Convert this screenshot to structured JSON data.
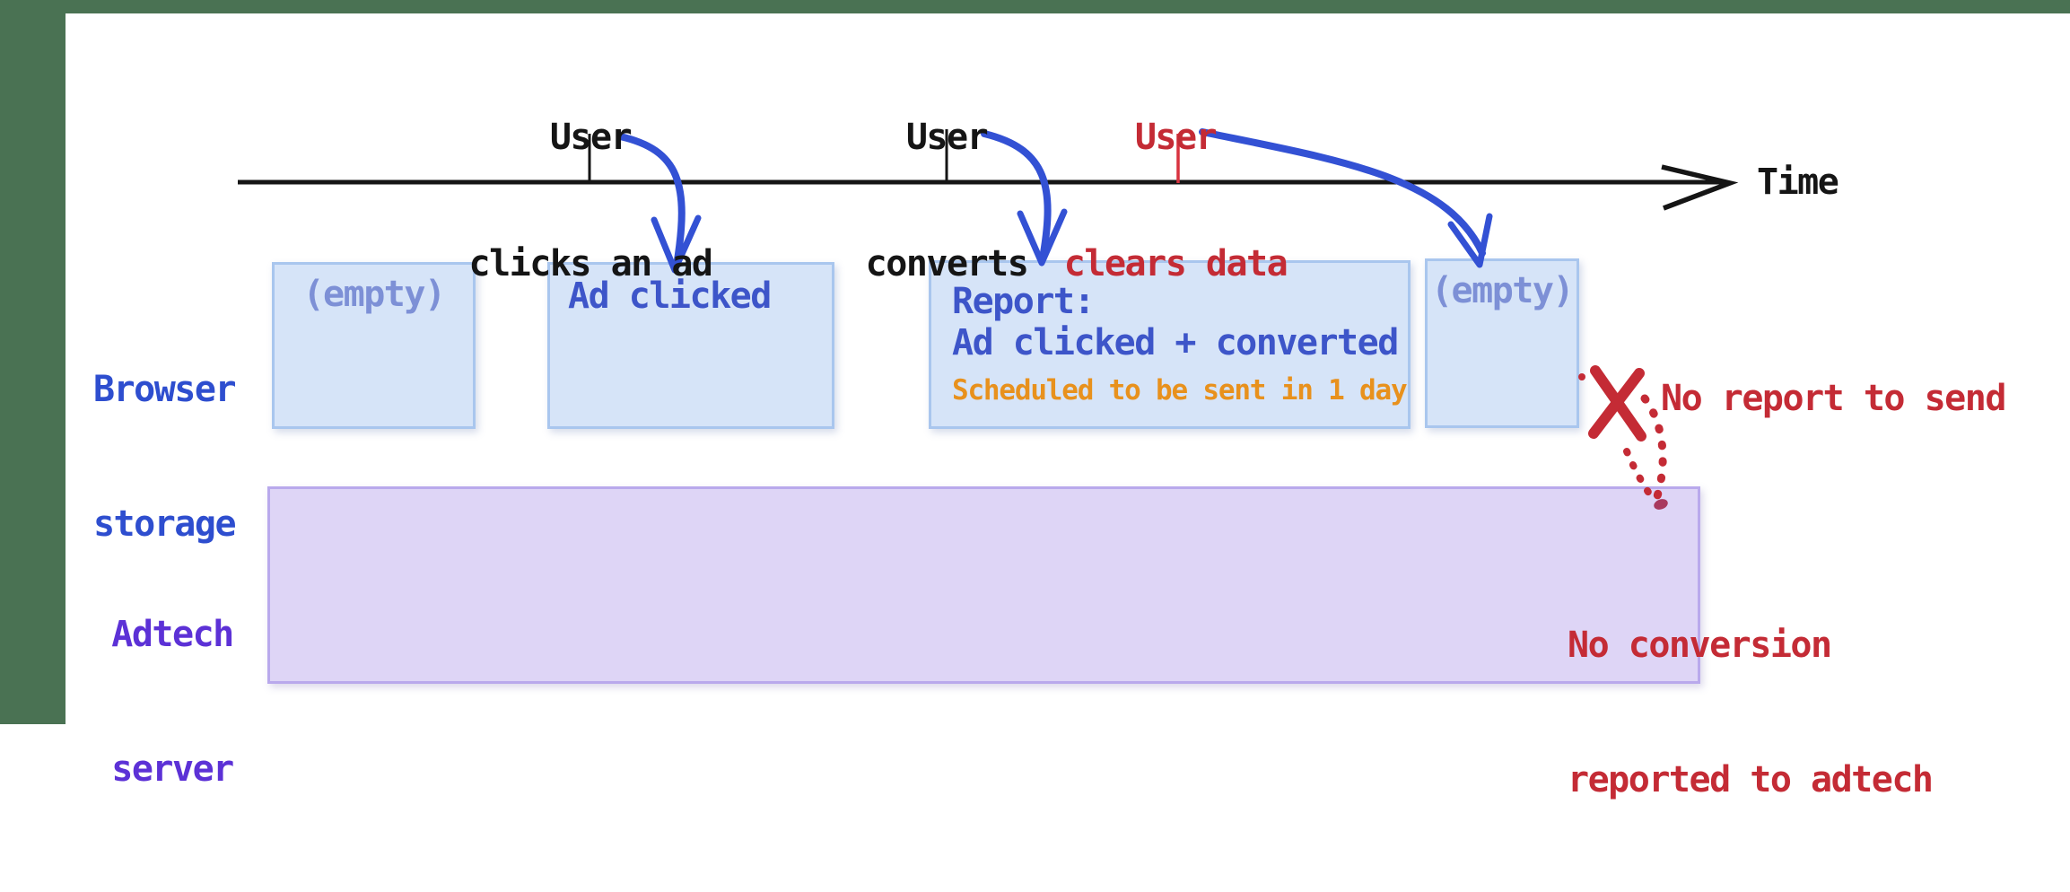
{
  "colors": {
    "frame_green": "#4a7253",
    "axis_black": "#151515",
    "annotation_red": "#c42b35",
    "red_tick": "#d8333f",
    "arrow_blue": "#3351d4",
    "storage_box_fill": "#d6e4f8",
    "storage_box_border": "#a9c6ee",
    "storage_text_blue": "#3d55c9",
    "empty_text_blue": "#7d90d6",
    "browser_label_blue": "#2e4ecf",
    "schedule_orange": "#e8911d",
    "adtech_box_fill": "#ded5f6",
    "adtech_box_border": "#b9a9ec",
    "adtech_label_purple": "#5c31d6",
    "end_dot_maroon": "#a83a5e"
  },
  "timeline": {
    "axis_label": "Time",
    "events": [
      {
        "line1": "User",
        "line2": "clicks an ad"
      },
      {
        "line1": "User",
        "line2": "converts"
      },
      {
        "line1": "User",
        "line2": "clears data"
      }
    ]
  },
  "rows": {
    "browser_storage": {
      "label_line1": "Browser",
      "label_line2": "storage",
      "boxes": [
        {
          "text": "(empty)"
        },
        {
          "text": "Ad clicked"
        },
        {
          "line1": "Report:",
          "line2": "Ad clicked + converted",
          "note": "Scheduled to be sent in 1 day"
        },
        {
          "text": "(empty)"
        }
      ]
    },
    "adtech_server": {
      "label_line1": "Adtech",
      "label_line2": "server"
    }
  },
  "annotations": {
    "no_report": "No report to send",
    "no_conversion_line1": "No conversion",
    "no_conversion_line2": "reported to adtech"
  }
}
